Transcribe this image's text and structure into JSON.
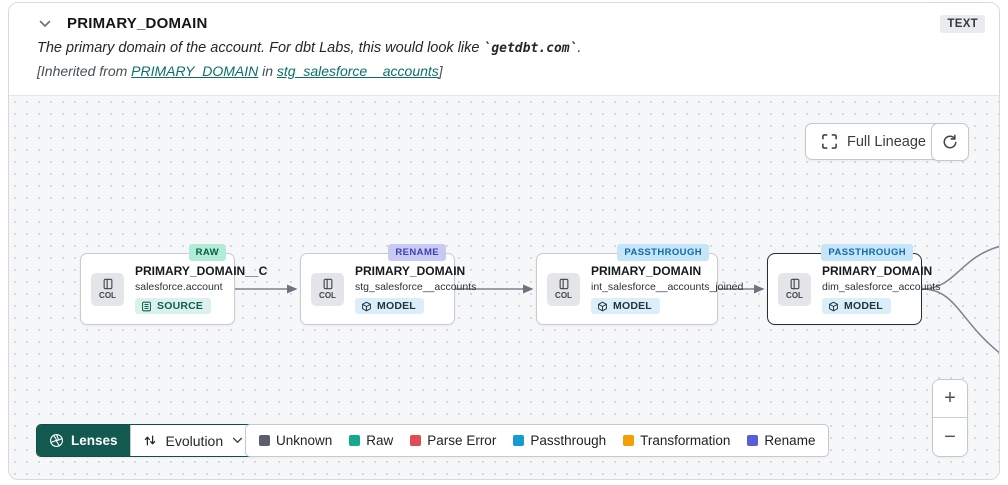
{
  "header": {
    "title": "PRIMARY_DOMAIN",
    "type_badge": "TEXT",
    "description_prefix": "The primary domain of the account. For dbt Labs, this would look like ",
    "description_code": "`getdbt.com`",
    "description_suffix": ".",
    "inherited_prefix": "[Inherited from ",
    "inherited_link_column": "PRIMARY_DOMAIN",
    "inherited_middle": " in ",
    "inherited_link_model": "stg_salesforce__accounts",
    "inherited_suffix": "]"
  },
  "toolbar": {
    "full_lineage_label": "Full Lineage"
  },
  "canvas": {
    "col_label": "COL",
    "nodes": [
      {
        "title": "PRIMARY_DOMAIN__C",
        "subtitle": "salesforce.account",
        "kind": "SOURCE",
        "kind_bg": "#dcf1ec",
        "kind_color": "#0f5e53",
        "tag": "RAW",
        "tag_bg": "#b0ecd6",
        "tag_color": "#095a4b"
      },
      {
        "title": "PRIMARY_DOMAIN",
        "subtitle": "stg_salesforce__accounts",
        "kind": "MODEL",
        "kind_bg": "#dceef9",
        "kind_color": "#223640",
        "tag": "RENAME",
        "tag_bg": "#c9caf4",
        "tag_color": "#3d41b0"
      },
      {
        "title": "PRIMARY_DOMAIN",
        "subtitle": "int_salesforce__accounts_joined",
        "kind": "MODEL",
        "kind_bg": "#dceef9",
        "kind_color": "#223640",
        "tag": "PASSTHROUGH",
        "tag_bg": "#c6e5f8",
        "tag_color": "#0e6ca6"
      },
      {
        "title": "PRIMARY_DOMAIN",
        "subtitle": "dim_salesforce_accounts",
        "kind": "MODEL",
        "kind_bg": "#dceef9",
        "kind_color": "#223640",
        "tag": "PASSTHROUGH",
        "tag_bg": "#c6e5f8",
        "tag_color": "#0e6ca6"
      }
    ]
  },
  "footer": {
    "lenses_label": "Lenses",
    "lens_selected": "Evolution",
    "legend": [
      {
        "label": "Unknown",
        "color": "#5a6069"
      },
      {
        "label": "Raw",
        "color": "#15a98b"
      },
      {
        "label": "Parse Error",
        "color": "#e14b52"
      },
      {
        "label": "Passthrough",
        "color": "#149bd2"
      },
      {
        "label": "Transformation",
        "color": "#f3a008"
      },
      {
        "label": "Rename",
        "color": "#5a5cd8"
      }
    ],
    "zoom_in_label": "+",
    "zoom_out_label": "−"
  }
}
